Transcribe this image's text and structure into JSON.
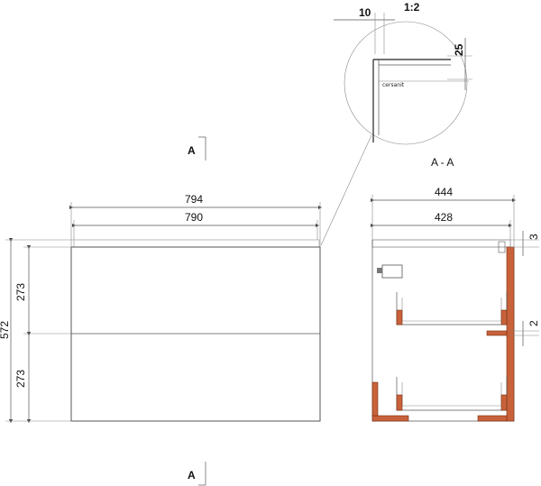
{
  "detail": {
    "scale": "1:2",
    "dim_top": "10",
    "dim_side": "25",
    "logo_text": "cersanit"
  },
  "section_marks": {
    "top_label": "A",
    "bottom_label": "A"
  },
  "front_view": {
    "width_outer": "794",
    "width_inner": "790",
    "height_total": "572",
    "drawer_top_height": "273",
    "drawer_bottom_height": "273"
  },
  "section_view": {
    "title": "A - A",
    "depth_outer": "444",
    "depth_inner": "428",
    "gap_top": "3",
    "gap_mid": "2"
  },
  "colors": {
    "line": "#555555",
    "hatch": "#c8623a"
  }
}
